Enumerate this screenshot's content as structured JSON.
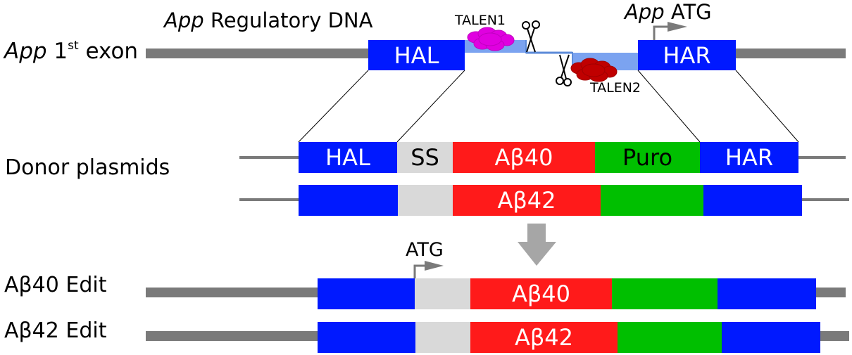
{
  "colors": {
    "homology_arm": "#0019ff",
    "ss": "#d9d9d9",
    "abeta": "#ff1a1a",
    "puro": "#00bf00",
    "talen_arm": "#7ba3f0",
    "talen1": "#e000e0",
    "talen2": "#c00000",
    "backbone": "#7a7a7a"
  },
  "top": {
    "regulatory_label_italic": "App",
    "regulatory_label_rest": " Regulatory DNA",
    "exon_label_italic": "App",
    "exon_label_num": " 1",
    "exon_label_sup": "st",
    "exon_label_rest": " exon",
    "atg_label_italic": "App",
    "atg_label_rest": " ATG",
    "hal": "HAL",
    "har": "HAR",
    "talen1": "TALEN1",
    "talen2": "TALEN2"
  },
  "donor": {
    "label": "Donor plasmids",
    "row1": {
      "hal": "HAL",
      "ss": "SS",
      "abeta": "Aβ40",
      "puro": "Puro",
      "har": "HAR"
    },
    "row2": {
      "abeta": "Aβ42"
    }
  },
  "edits": {
    "atg": "ATG",
    "row1_label": "Aβ40 Edit",
    "row1_abeta": "Aβ40",
    "row2_label": "Aβ42 Edit",
    "row2_abeta": "Aβ42"
  }
}
